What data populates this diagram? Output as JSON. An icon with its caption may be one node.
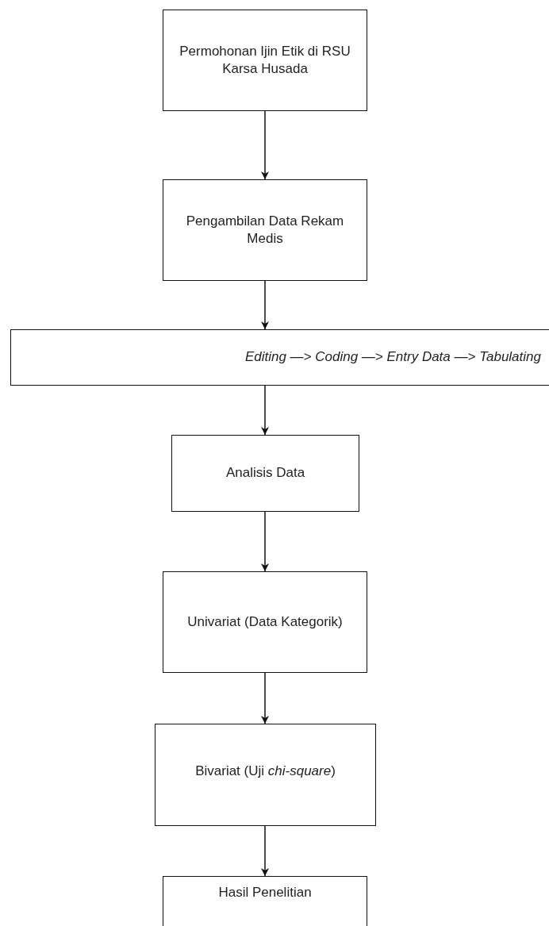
{
  "diagram": {
    "nodes": [
      {
        "text": [
          "Permohonan Ijin Etik di RSU Karsa Husada"
        ]
      },
      {
        "text": [
          "Pengambilan Data Rekam Medis"
        ]
      },
      {
        "text": [
          "Editing —> Coding —> Entry Data —> Tabulating"
        ]
      },
      {
        "text": [
          "Analisis Data"
        ]
      },
      {
        "text": [
          "Univariat (Data Kategorik)"
        ]
      },
      {
        "text": [
          "Bivariat (Uji *chi-square*)"
        ]
      },
      {
        "text": [
          "Hasil Penelitian"
        ]
      }
    ],
    "edges": [
      {
        "from": 0,
        "to": 1,
        "arrow": "to"
      },
      {
        "from": 1,
        "to": 2,
        "arrow": "to"
      },
      {
        "from": 2,
        "to": 3,
        "arrow": "to"
      },
      {
        "from": 3,
        "to": 4,
        "arrow": "to"
      },
      {
        "from": 4,
        "to": 5,
        "arrow": "to"
      },
      {
        "from": 5,
        "to": 6,
        "arrow": "to"
      }
    ]
  }
}
